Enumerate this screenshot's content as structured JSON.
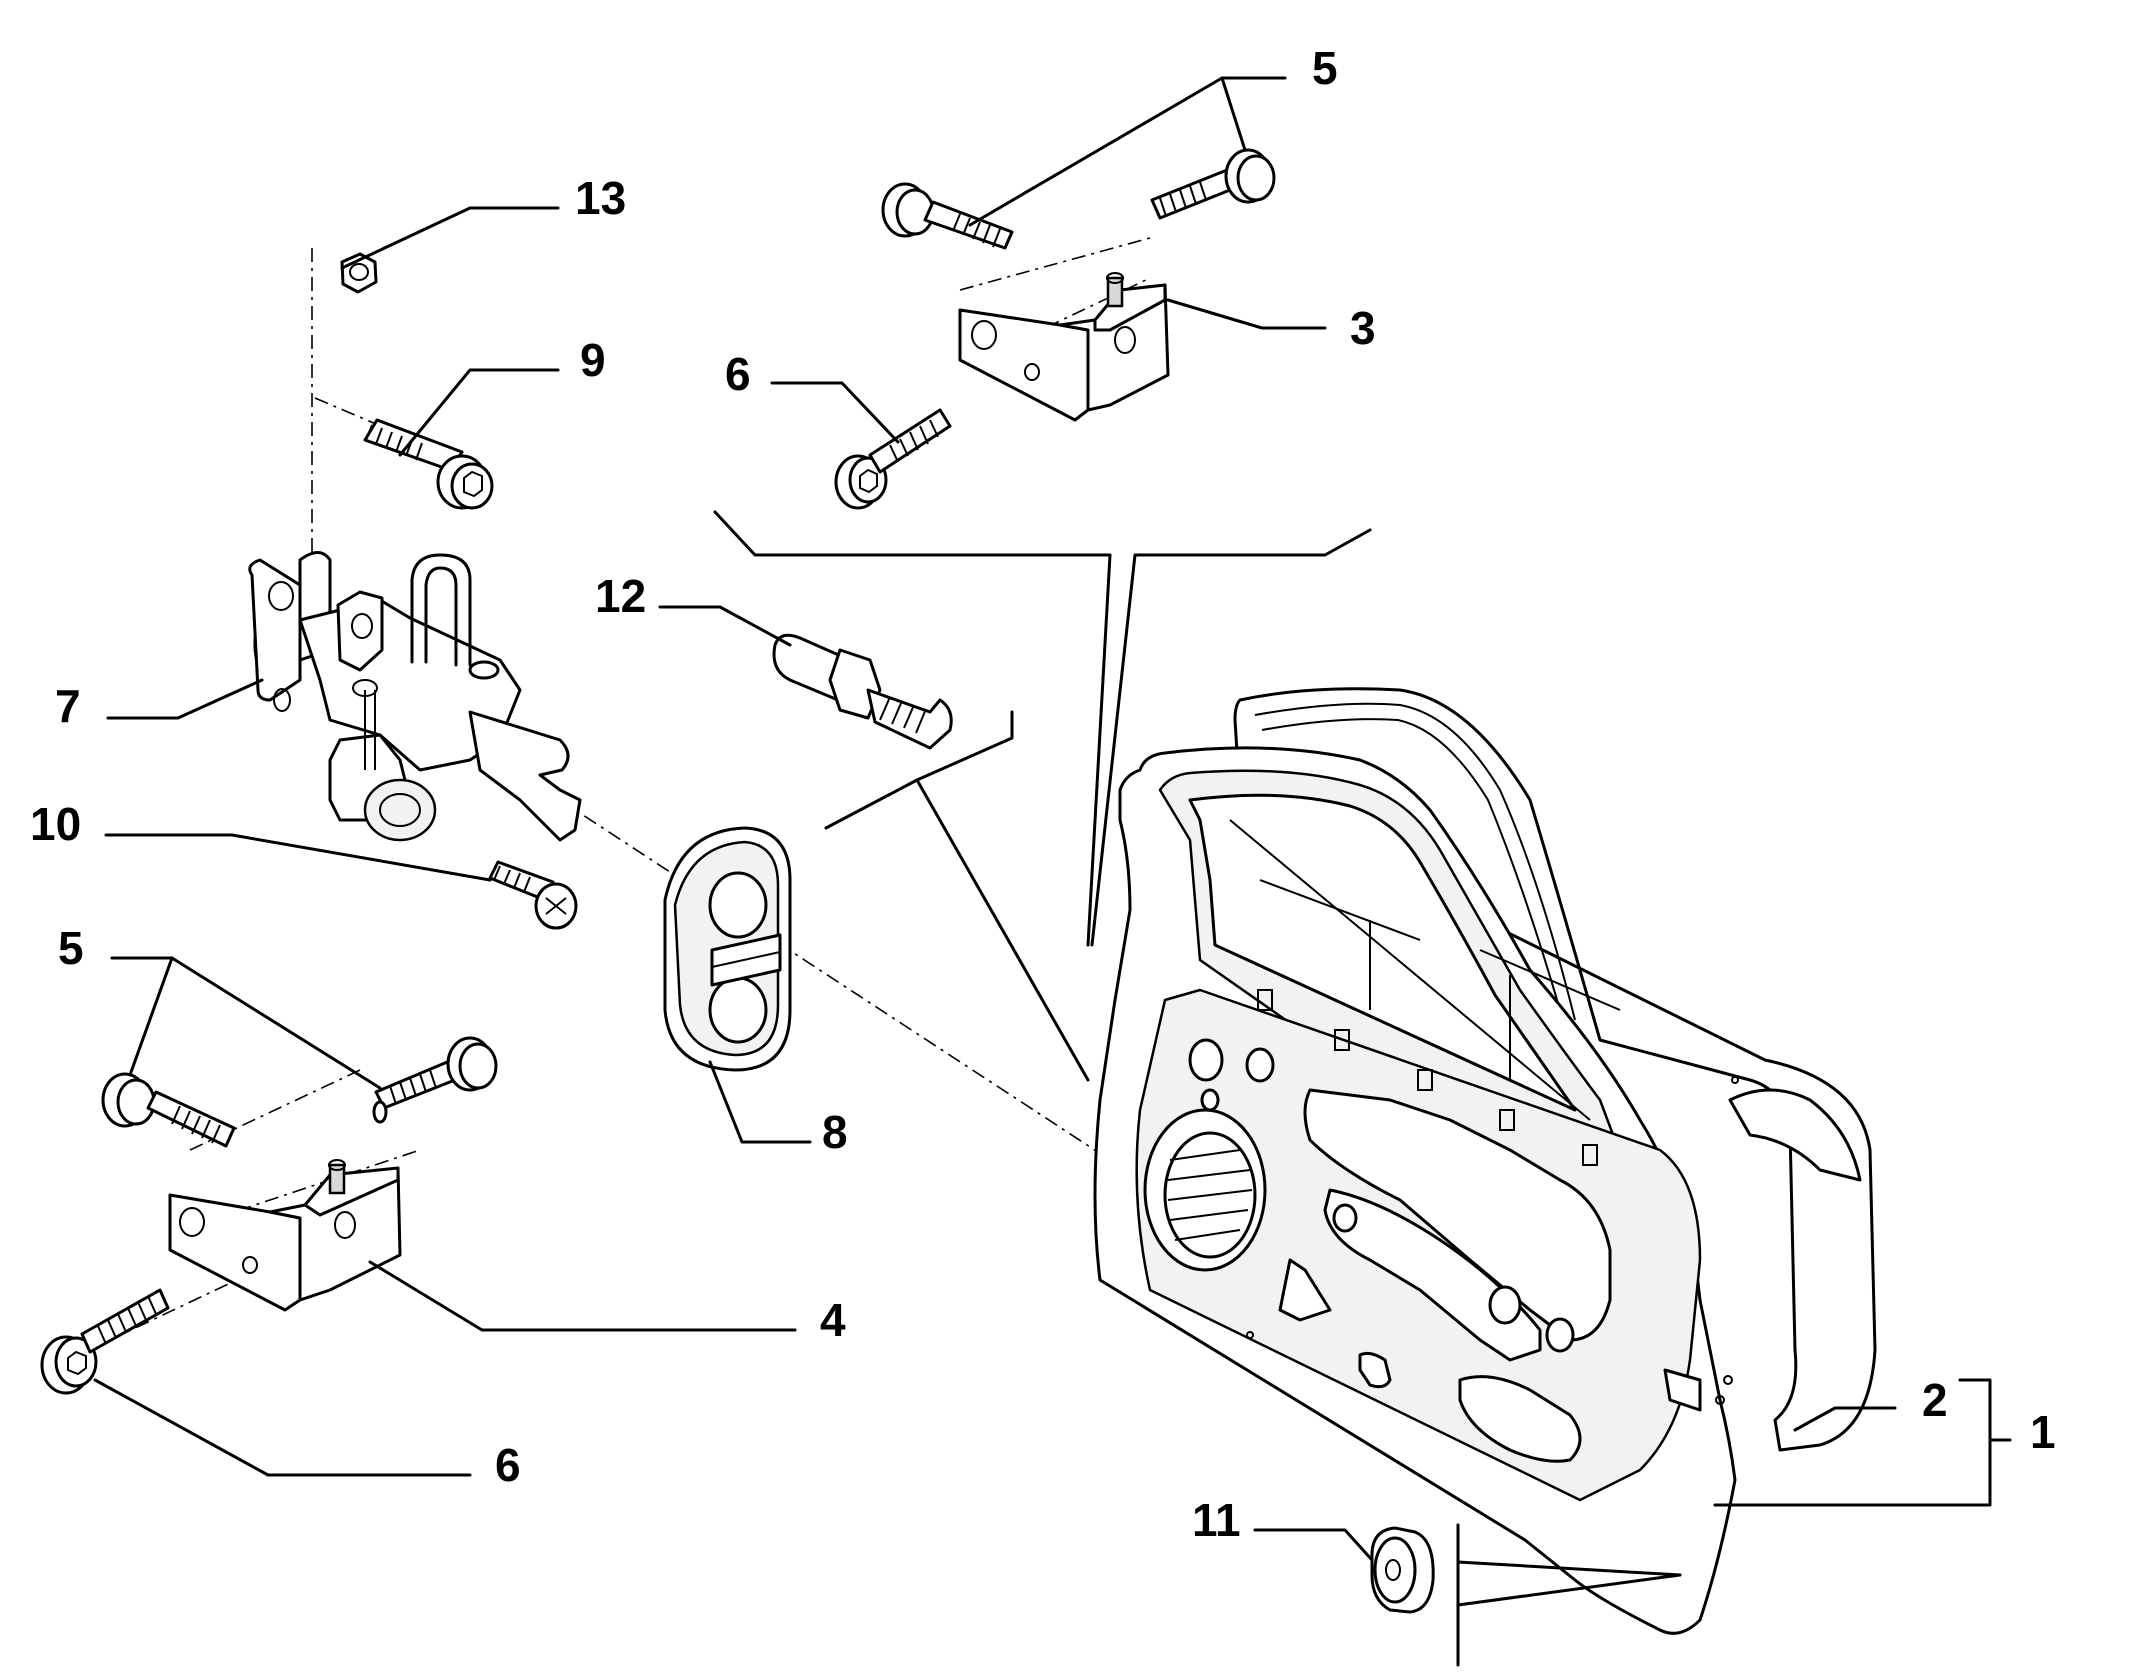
{
  "callouts": {
    "c1": "1",
    "c2": "2",
    "c3": "3",
    "c4": "4",
    "c5_top": "5",
    "c5_left": "5",
    "c6_top": "6",
    "c6_bottom": "6",
    "c7": "7",
    "c8": "8",
    "c9": "9",
    "c10": "10",
    "c11": "11",
    "c12": "12",
    "c13": "13"
  }
}
